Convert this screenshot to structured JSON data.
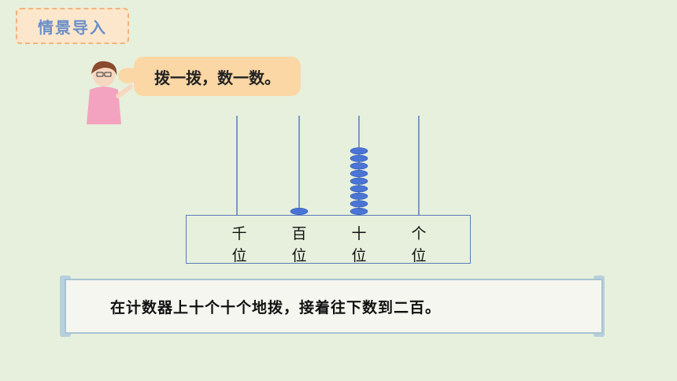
{
  "section_tag": "情景导入",
  "instruction": "拨一拨，数一数。",
  "abacus": {
    "places": [
      {
        "name": "千",
        "suffix": "位",
        "beads": 0
      },
      {
        "name": "百",
        "suffix": "位",
        "beads": 1
      },
      {
        "name": "十",
        "suffix": "位",
        "beads": 9
      },
      {
        "name": "个",
        "suffix": "位",
        "beads": 0
      }
    ]
  },
  "task_text": "在计数器上十个十个地拨，接着往下数到二百。",
  "colors": {
    "background": "#e6f0dc",
    "bead": "#4a74d6",
    "rod": "#5a7bbd",
    "tag_text": "#6a8fc9"
  }
}
